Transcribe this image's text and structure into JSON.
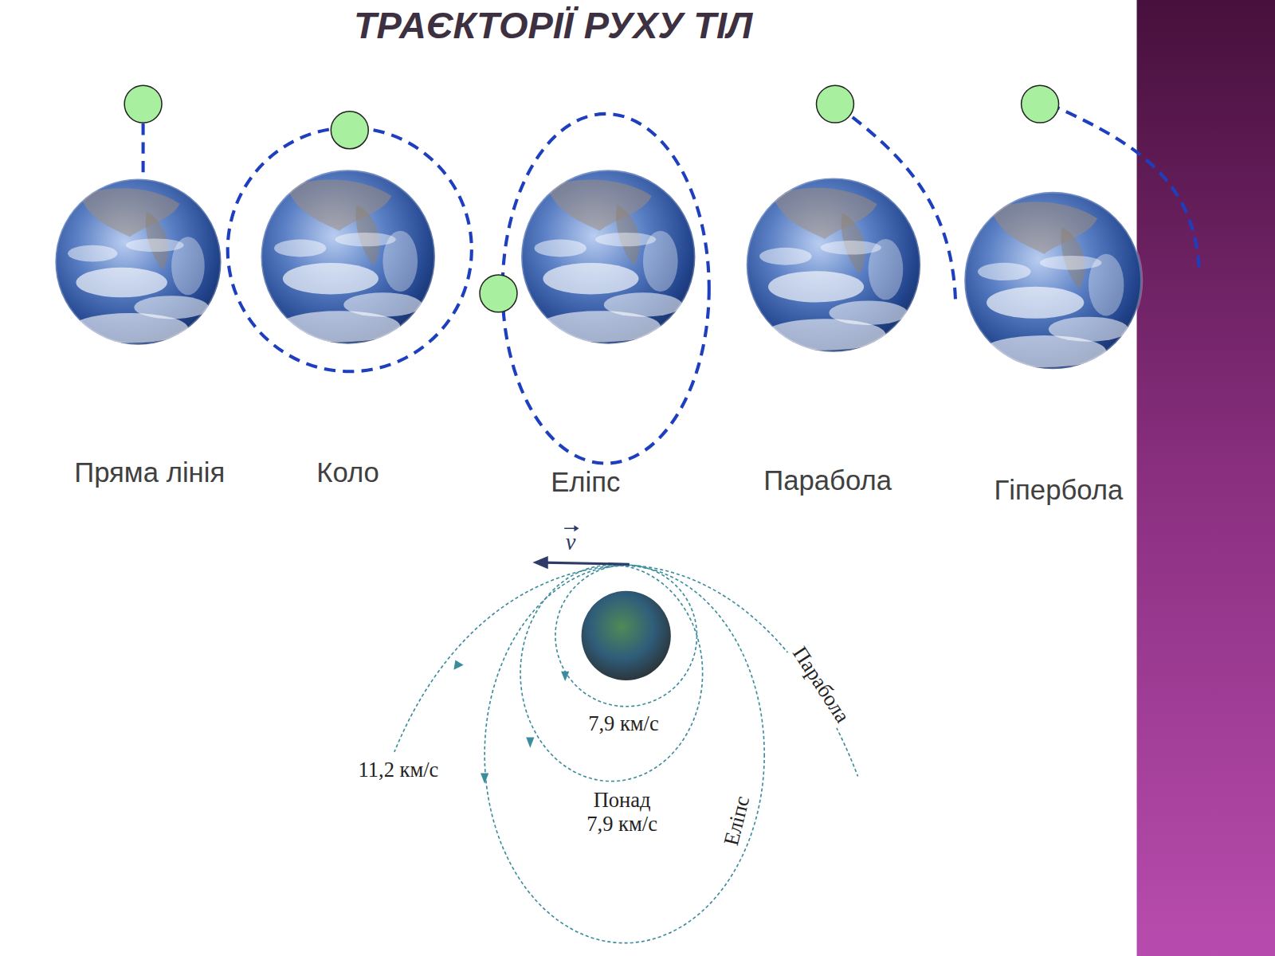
{
  "diagram": {
    "title": "ТРАЄКТОРІЇ РУХУ ТІЛ",
    "labels": [
      "Пряма лінія",
      "Коло",
      "Еліпс",
      "Парабола",
      "Гіпербола",
      "v",
      "11,2 км/с",
      "7,9 км/с",
      "Понад 7,9 км/с",
      "Еліпс",
      "Парабола"
    ]
  }
}
